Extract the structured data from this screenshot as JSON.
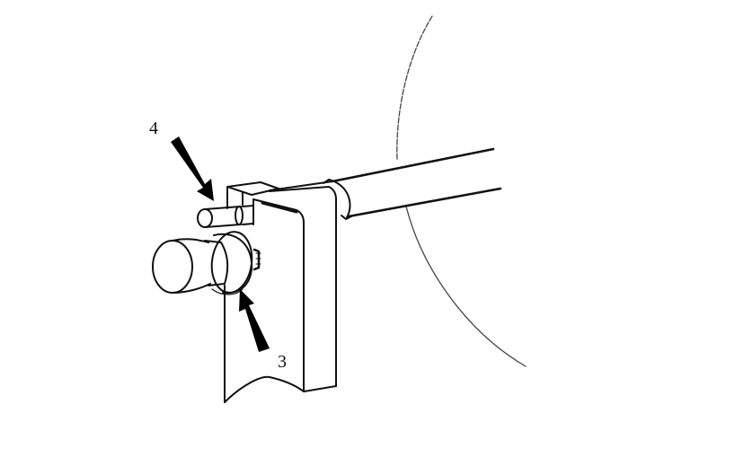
{
  "figure": {
    "description": "Line drawing of a bracket-mounted shaft with knob, showing a pin (4) and a ring/collar (3) indicated by black arrows",
    "colors": {
      "line": "#111111",
      "background": "#ffffff",
      "arc": "#444444"
    }
  },
  "callouts": [
    {
      "id": "4",
      "label": "4",
      "target": "pin"
    },
    {
      "id": "3",
      "label": "3",
      "target": "collar-ring"
    }
  ]
}
